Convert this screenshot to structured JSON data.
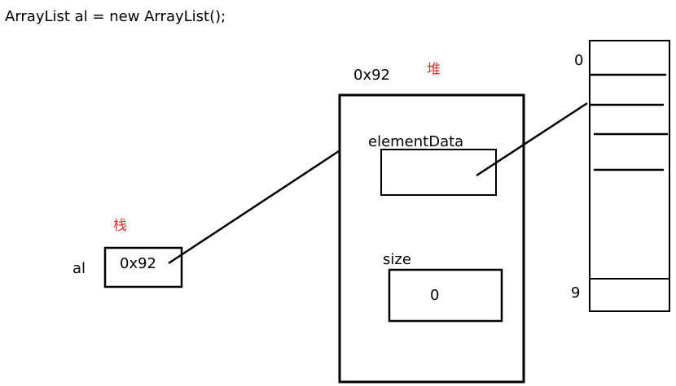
{
  "code_line": "ArrayList al = new ArrayList();",
  "heap": {
    "label": "堆",
    "address": "0x92",
    "fields": {
      "element_data_label": "elementData",
      "size_label": "size",
      "size_value": "0"
    }
  },
  "stack": {
    "label": "栈",
    "variable_name": "al",
    "variable_value": "0x92"
  },
  "array": {
    "first_index": "0",
    "last_index": "9"
  },
  "colors": {
    "region_label": "#e03030",
    "ink": "#000000"
  }
}
